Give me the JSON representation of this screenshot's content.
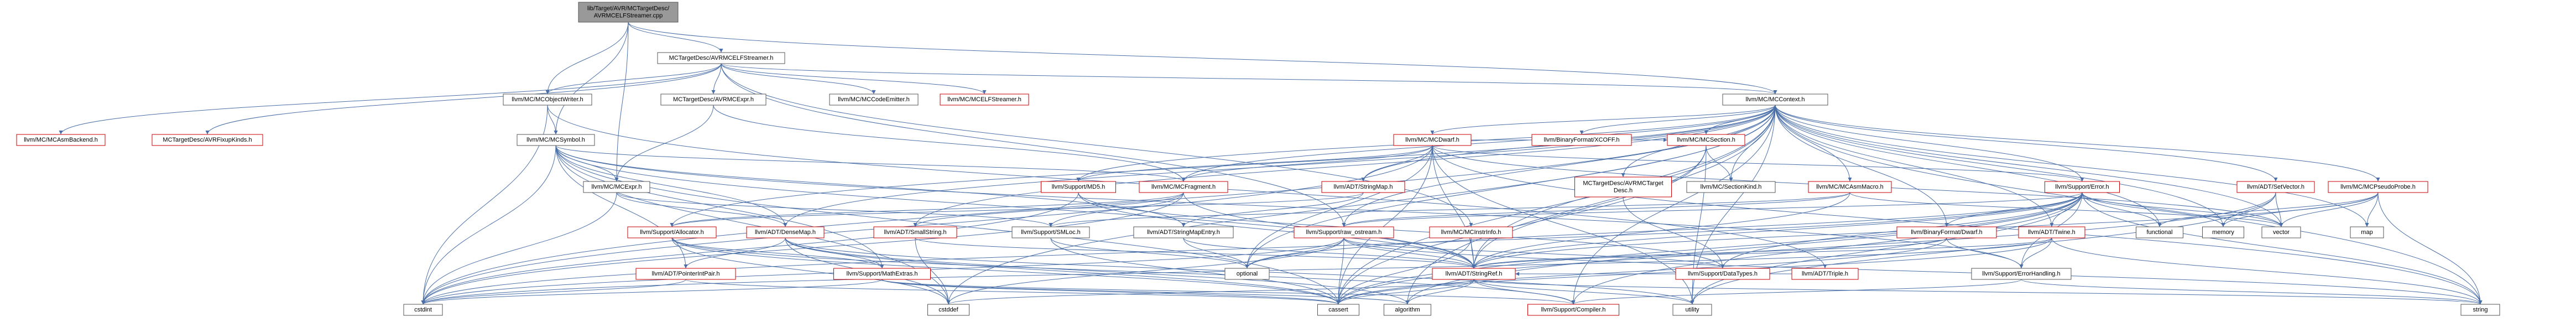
{
  "colors": {
    "root_fill": "#999999",
    "node_fill": "#ffffff",
    "normal_border": "#555555",
    "missing_border": "#cc0000",
    "edge": "#4a6fa8"
  },
  "nodes": [
    {
      "id": "root",
      "lines": [
        "lib/Target/AVR/MCTargetDesc/",
        "AVRMCELFStreamer.cpp"
      ],
      "kind": "root"
    },
    {
      "id": "mc_elfstreamer_h",
      "lines": [
        "MCTargetDesc/AVRMCELFStreamer.h"
      ],
      "kind": "normal"
    },
    {
      "id": "mc_mccontext",
      "lines": [
        "llvm/MC/MCContext.h"
      ],
      "kind": "normal"
    },
    {
      "id": "mc_asmbackend",
      "lines": [
        "llvm/MC/MCAsmBackend.h"
      ],
      "kind": "missing"
    },
    {
      "id": "avr_fixupkinds",
      "lines": [
        "MCTargetDesc/AVRFixupKinds.h"
      ],
      "kind": "missing"
    },
    {
      "id": "mc_objectwriter",
      "lines": [
        "llvm/MC/MCObjectWriter.h"
      ],
      "kind": "normal"
    },
    {
      "id": "avr_mcexpr",
      "lines": [
        "MCTargetDesc/AVRMCExpr.h"
      ],
      "kind": "normal"
    },
    {
      "id": "mc_codeemitter",
      "lines": [
        "llvm/MC/MCCodeEmitter.h"
      ],
      "kind": "normal"
    },
    {
      "id": "mc_mcelfstreamer",
      "lines": [
        "llvm/MC/MCELFStreamer.h"
      ],
      "kind": "missing"
    },
    {
      "id": "mc_mcsymbol",
      "lines": [
        "llvm/MC/MCSymbol.h"
      ],
      "kind": "normal"
    },
    {
      "id": "mc_mcexpr",
      "lines": [
        "llvm/MC/MCExpr.h"
      ],
      "kind": "normal"
    },
    {
      "id": "mc_mcdwarf",
      "lines": [
        "llvm/MC/MCDwarf.h"
      ],
      "kind": "missing"
    },
    {
      "id": "binfmt_xcoff",
      "lines": [
        "llvm/BinaryFormat/XCOFF.h"
      ],
      "kind": "missing"
    },
    {
      "id": "mc_mcsection",
      "lines": [
        "llvm/MC/MCSection.h"
      ],
      "kind": "missing"
    },
    {
      "id": "avr_mctargetdesc",
      "lines": [
        "MCTargetDesc/AVRMCTarget",
        "Desc.h"
      ],
      "kind": "missing"
    },
    {
      "id": "mc_sectionkind",
      "lines": [
        "llvm/MC/SectionKind.h"
      ],
      "kind": "normal"
    },
    {
      "id": "mc_asmmacro",
      "lines": [
        "llvm/MC/MCAsmMacro.h"
      ],
      "kind": "missing"
    },
    {
      "id": "support_error",
      "lines": [
        "llvm/Support/Error.h"
      ],
      "kind": "missing"
    },
    {
      "id": "adt_setvector",
      "lines": [
        "llvm/ADT/SetVector.h"
      ],
      "kind": "missing"
    },
    {
      "id": "mc_pseudoprobe",
      "lines": [
        "llvm/MC/MCPseudoProbe.h"
      ],
      "kind": "missing"
    },
    {
      "id": "support_md5",
      "lines": [
        "llvm/Support/MD5.h"
      ],
      "kind": "missing"
    },
    {
      "id": "mc_mcfragment",
      "lines": [
        "llvm/MC/MCFragment.h"
      ],
      "kind": "missing"
    },
    {
      "id": "adt_stringmap",
      "lines": [
        "llvm/ADT/StringMap.h"
      ],
      "kind": "missing"
    },
    {
      "id": "support_allocator",
      "lines": [
        "llvm/Support/Allocator.h"
      ],
      "kind": "missing"
    },
    {
      "id": "adt_densemap",
      "lines": [
        "llvm/ADT/DenseMap.h"
      ],
      "kind": "missing"
    },
    {
      "id": "support_smloc",
      "lines": [
        "llvm/Support/SMLoc.h"
      ],
      "kind": "normal"
    },
    {
      "id": "adt_smallstring",
      "lines": [
        "llvm/ADT/SmallString.h"
      ],
      "kind": "missing"
    },
    {
      "id": "adt_stringmapentry",
      "lines": [
        "llvm/ADT/StringMapEntry.h"
      ],
      "kind": "normal"
    },
    {
      "id": "support_raw_ostream",
      "lines": [
        "llvm/Support/raw_ostream.h"
      ],
      "kind": "missing"
    },
    {
      "id": "mc_mcinstrinfo",
      "lines": [
        "llvm/MC/MCInstrInfo.h"
      ],
      "kind": "missing"
    },
    {
      "id": "binfmt_dwarf",
      "lines": [
        "llvm/BinaryFormat/Dwarf.h"
      ],
      "kind": "missing"
    },
    {
      "id": "adt_twine",
      "lines": [
        "llvm/ADT/Twine.h"
      ],
      "kind": "missing"
    },
    {
      "id": "adt_pointerintpair",
      "lines": [
        "llvm/ADT/PointerIntPair.h"
      ],
      "kind": "missing"
    },
    {
      "id": "support_mathextras",
      "lines": [
        "llvm/Support/MathExtras.h"
      ],
      "kind": "missing"
    },
    {
      "id": "adt_stringref",
      "lines": [
        "llvm/ADT/StringRef.h"
      ],
      "kind": "missing"
    },
    {
      "id": "support_datatypes",
      "lines": [
        "llvm/Support/DataTypes.h"
      ],
      "kind": "missing"
    },
    {
      "id": "adt_triple",
      "lines": [
        "llvm/ADT/Triple.h"
      ],
      "kind": "missing"
    },
    {
      "id": "support_errorhandling",
      "lines": [
        "llvm/Support/ErrorHandling.h"
      ],
      "kind": "normal"
    },
    {
      "id": "support_compiler",
      "lines": [
        "llvm/Support/Compiler.h"
      ],
      "kind": "missing"
    },
    {
      "id": "std_optional",
      "lines": [
        "optional"
      ],
      "kind": "normal"
    },
    {
      "id": "std_functional",
      "lines": [
        "functional"
      ],
      "kind": "normal"
    },
    {
      "id": "std_memory",
      "lines": [
        "memory"
      ],
      "kind": "normal"
    },
    {
      "id": "std_vector",
      "lines": [
        "vector"
      ],
      "kind": "normal"
    },
    {
      "id": "std_map",
      "lines": [
        "map"
      ],
      "kind": "normal"
    },
    {
      "id": "std_cstdint",
      "lines": [
        "cstdint"
      ],
      "kind": "normal"
    },
    {
      "id": "std_cstddef",
      "lines": [
        "cstddef"
      ],
      "kind": "normal"
    },
    {
      "id": "std_cassert",
      "lines": [
        "cassert"
      ],
      "kind": "normal"
    },
    {
      "id": "std_algorithm",
      "lines": [
        "algorithm"
      ],
      "kind": "normal"
    },
    {
      "id": "std_utility",
      "lines": [
        "utility"
      ],
      "kind": "normal"
    },
    {
      "id": "std_string",
      "lines": [
        "string"
      ],
      "kind": "normal"
    }
  ],
  "edges": [
    [
      "root",
      "mc_elfstreamer_h"
    ],
    [
      "root",
      "mc_mccontext"
    ],
    [
      "root",
      "mc_objectwriter"
    ],
    [
      "root",
      "mc_mcsymbol"
    ],
    [
      "root",
      "mc_mcexpr"
    ],
    [
      "mc_elfstreamer_h",
      "mc_asmbackend"
    ],
    [
      "mc_elfstreamer_h",
      "avr_fixupkinds"
    ],
    [
      "mc_elfstreamer_h",
      "avr_mcexpr"
    ],
    [
      "mc_elfstreamer_h",
      "mc_codeemitter"
    ],
    [
      "mc_elfstreamer_h",
      "mc_mcelfstreamer"
    ],
    [
      "mc_elfstreamer_h",
      "mc_objectwriter"
    ],
    [
      "mc_elfstreamer_h",
      "mc_mccontext"
    ],
    [
      "mc_elfstreamer_h",
      "mc_mcinstrinfo"
    ],
    [
      "mc_elfstreamer_h",
      "support_raw_ostream"
    ],
    [
      "avr_mcexpr",
      "mc_mcexpr"
    ],
    [
      "avr_mcexpr",
      "mc_mcfragment"
    ],
    [
      "mc_objectwriter",
      "mc_mcsymbol"
    ],
    [
      "mc_objectwriter",
      "adt_triple"
    ],
    [
      "mc_objectwriter",
      "std_cstdint"
    ],
    [
      "mc_mcsymbol",
      "mc_mcexpr"
    ],
    [
      "mc_mcsymbol",
      "mc_mcfragment"
    ],
    [
      "mc_mcsymbol",
      "adt_pointerintpair"
    ],
    [
      "mc_mcsymbol",
      "adt_stringref"
    ],
    [
      "mc_mcsymbol",
      "support_mathextras"
    ],
    [
      "mc_mcsymbol",
      "support_errorhandling"
    ],
    [
      "mc_mcsymbol",
      "std_cassert"
    ],
    [
      "mc_mcsymbol",
      "std_cstddef"
    ],
    [
      "mc_mcsymbol",
      "std_cstdint"
    ],
    [
      "mc_mcsymbol",
      "adt_stringmapentry"
    ],
    [
      "mc_mcsymbol",
      "adt_densemap"
    ],
    [
      "mc_mcexpr",
      "support_smloc"
    ],
    [
      "mc_mcexpr",
      "adt_densemap"
    ],
    [
      "mc_mcexpr",
      "std_cstdint"
    ],
    [
      "mc_mccontext",
      "adt_densemap"
    ],
    [
      "mc_mccontext",
      "adt_setvector"
    ],
    [
      "mc_mccontext",
      "adt_smallstring"
    ],
    [
      "mc_mccontext",
      "adt_stringmap"
    ],
    [
      "mc_mccontext",
      "adt_stringref"
    ],
    [
      "mc_mccontext",
      "adt_twine"
    ],
    [
      "mc_mccontext",
      "binfmt_dwarf"
    ],
    [
      "mc_mccontext",
      "binfmt_xcoff"
    ],
    [
      "mc_mccontext",
      "mc_asmmacro"
    ],
    [
      "mc_mccontext",
      "mc_mcdwarf"
    ],
    [
      "mc_mccontext",
      "mc_pseudoprobe"
    ],
    [
      "mc_mccontext",
      "mc_mcsection"
    ],
    [
      "mc_mccontext",
      "mc_sectionkind"
    ],
    [
      "mc_mccontext",
      "support_allocator"
    ],
    [
      "mc_mccontext",
      "support_compiler"
    ],
    [
      "mc_mccontext",
      "support_error"
    ],
    [
      "mc_mccontext",
      "support_md5"
    ],
    [
      "mc_mccontext",
      "support_raw_ostream"
    ],
    [
      "mc_mccontext",
      "std_algorithm"
    ],
    [
      "mc_mccontext",
      "std_cassert"
    ],
    [
      "mc_mccontext",
      "std_cstddef"
    ],
    [
      "mc_mccontext",
      "std_cstdint"
    ],
    [
      "mc_mccontext",
      "std_functional"
    ],
    [
      "mc_mccontext",
      "std_map"
    ],
    [
      "mc_mccontext",
      "std_memory"
    ],
    [
      "mc_mccontext",
      "std_optional"
    ],
    [
      "mc_mccontext",
      "std_string"
    ],
    [
      "mc_mccontext",
      "std_utility"
    ],
    [
      "mc_mccontext",
      "std_vector"
    ],
    [
      "mc_mccontext",
      "avr_mctargetdesc"
    ],
    [
      "mc_mccontext",
      "mc_mcfragment"
    ],
    [
      "mc_mcdwarf",
      "adt_stringmap"
    ],
    [
      "mc_mcdwarf",
      "support_md5"
    ],
    [
      "mc_mcdwarf",
      "mc_mcsection"
    ],
    [
      "mc_mcdwarf",
      "adt_stringref"
    ],
    [
      "mc_mcdwarf",
      "std_optional"
    ],
    [
      "mc_mcdwarf",
      "std_cassert"
    ],
    [
      "mc_mcdwarf",
      "std_cstdint"
    ],
    [
      "mc_mcdwarf",
      "std_string"
    ],
    [
      "mc_mcdwarf",
      "std_utility"
    ],
    [
      "mc_mcdwarf",
      "std_vector"
    ],
    [
      "mc_mcdwarf",
      "support_error"
    ],
    [
      "mc_mcdwarf",
      "mc_mcfragment"
    ],
    [
      "mc_mcsection",
      "mc_sectionkind"
    ],
    [
      "mc_mcsection",
      "adt_stringref"
    ],
    [
      "mc_mcsection",
      "std_cassert"
    ],
    [
      "mc_mcsection",
      "std_utility"
    ],
    [
      "avr_mctargetdesc",
      "support_datatypes"
    ],
    [
      "mc_asmmacro",
      "support_raw_ostream"
    ],
    [
      "mc_asmmacro",
      "adt_stringref"
    ],
    [
      "mc_asmmacro",
      "support_smloc"
    ],
    [
      "mc_asmmacro",
      "std_vector"
    ],
    [
      "support_error",
      "adt_twine"
    ],
    [
      "support_error",
      "support_datatypes"
    ],
    [
      "support_error",
      "support_errorhandling"
    ],
    [
      "support_error",
      "support_compiler"
    ],
    [
      "support_error",
      "support_raw_ostream"
    ],
    [
      "support_error",
      "std_algorithm"
    ],
    [
      "support_error",
      "std_cassert"
    ],
    [
      "support_error",
      "std_cstdint"
    ],
    [
      "support_error",
      "std_functional"
    ],
    [
      "support_error",
      "std_memory"
    ],
    [
      "support_error",
      "std_optional"
    ],
    [
      "support_error",
      "std_string"
    ],
    [
      "support_error",
      "std_utility"
    ],
    [
      "support_error",
      "std_vector"
    ],
    [
      "support_error",
      "adt_stringref"
    ],
    [
      "support_error",
      "binfmt_dwarf"
    ],
    [
      "adt_setvector",
      "std_vector"
    ],
    [
      "adt_setvector",
      "std_cassert"
    ],
    [
      "adt_setvector",
      "std_utility"
    ],
    [
      "adt_setvector",
      "std_memory"
    ],
    [
      "mc_pseudoprobe",
      "std_map"
    ],
    [
      "mc_pseudoprobe",
      "std_memory"
    ],
    [
      "mc_pseudoprobe",
      "std_string"
    ],
    [
      "mc_pseudoprobe",
      "std_vector"
    ],
    [
      "mc_pseudoprobe",
      "adt_stringref"
    ],
    [
      "mc_pseudoprobe",
      "std_functional"
    ],
    [
      "support_md5",
      "adt_stringref"
    ],
    [
      "support_md5",
      "std_cstdint"
    ],
    [
      "support_md5",
      "support_datatypes"
    ],
    [
      "mc_mcfragment",
      "support_smloc"
    ],
    [
      "mc_mcfragment",
      "adt_smallstring"
    ],
    [
      "mc_mcfragment",
      "adt_stringref"
    ],
    [
      "mc_mcfragment",
      "std_cstdint"
    ],
    [
      "mc_mcfragment",
      "support_allocator"
    ],
    [
      "adt_stringmap",
      "adt_stringmapentry"
    ],
    [
      "adt_stringmap",
      "support_allocator"
    ],
    [
      "support_allocator",
      "support_mathextras"
    ],
    [
      "support_allocator",
      "std_cassert"
    ],
    [
      "support_allocator",
      "std_cstddef"
    ],
    [
      "support_allocator",
      "support_compiler"
    ],
    [
      "adt_densemap",
      "support_mathextras"
    ],
    [
      "adt_densemap",
      "std_algorithm"
    ],
    [
      "adt_densemap",
      "std_cassert"
    ],
    [
      "adt_densemap",
      "std_cstddef"
    ],
    [
      "adt_densemap",
      "std_utility"
    ],
    [
      "adt_densemap",
      "adt_pointerintpair"
    ],
    [
      "adt_smallstring",
      "adt_stringref"
    ],
    [
      "adt_smallstring",
      "std_cstddef"
    ],
    [
      "adt_stringmapentry",
      "adt_stringref"
    ],
    [
      "adt_stringmapentry",
      "std_optional"
    ],
    [
      "support_raw_ostream",
      "adt_stringref"
    ],
    [
      "support_raw_ostream",
      "std_cassert"
    ],
    [
      "support_raw_ostream",
      "std_cstddef"
    ],
    [
      "support_raw_ostream",
      "std_cstdint"
    ],
    [
      "support_raw_ostream",
      "std_string"
    ],
    [
      "support_raw_ostream",
      "std_optional"
    ],
    [
      "support_raw_ostream",
      "support_datatypes"
    ],
    [
      "mc_mcinstrinfo",
      "adt_stringref"
    ],
    [
      "mc_mcinstrinfo",
      "std_cassert"
    ],
    [
      "binfmt_dwarf",
      "support_errorhandling"
    ],
    [
      "binfmt_dwarf",
      "std_cassert"
    ],
    [
      "binfmt_dwarf",
      "adt_stringref"
    ],
    [
      "adt_twine",
      "adt_stringref"
    ],
    [
      "adt_twine",
      "support_errorhandling"
    ],
    [
      "adt_twine",
      "std_cassert"
    ],
    [
      "adt_twine",
      "std_cstdint"
    ],
    [
      "adt_twine",
      "std_string"
    ],
    [
      "adt_pointerintpair",
      "std_cassert"
    ],
    [
      "adt_pointerintpair",
      "std_cstdint"
    ],
    [
      "support_mathextras",
      "support_compiler"
    ],
    [
      "support_mathextras",
      "std_cassert"
    ],
    [
      "support_mathextras",
      "std_algorithm"
    ],
    [
      "support_mathextras",
      "std_cstdint"
    ],
    [
      "adt_stringref",
      "support_compiler"
    ],
    [
      "adt_stringref",
      "std_algorithm"
    ],
    [
      "adt_stringref",
      "std_cassert"
    ],
    [
      "adt_stringref",
      "std_cstddef"
    ],
    [
      "adt_stringref",
      "std_string"
    ],
    [
      "adt_stringref",
      "std_utility"
    ],
    [
      "support_errorhandling",
      "support_compiler"
    ],
    [
      "support_errorhandling",
      "std_string"
    ],
    [
      "support_smloc",
      "std_cassert"
    ],
    [
      "support_smloc",
      "std_optional"
    ],
    [
      "adt_triple",
      "adt_stringref"
    ]
  ]
}
